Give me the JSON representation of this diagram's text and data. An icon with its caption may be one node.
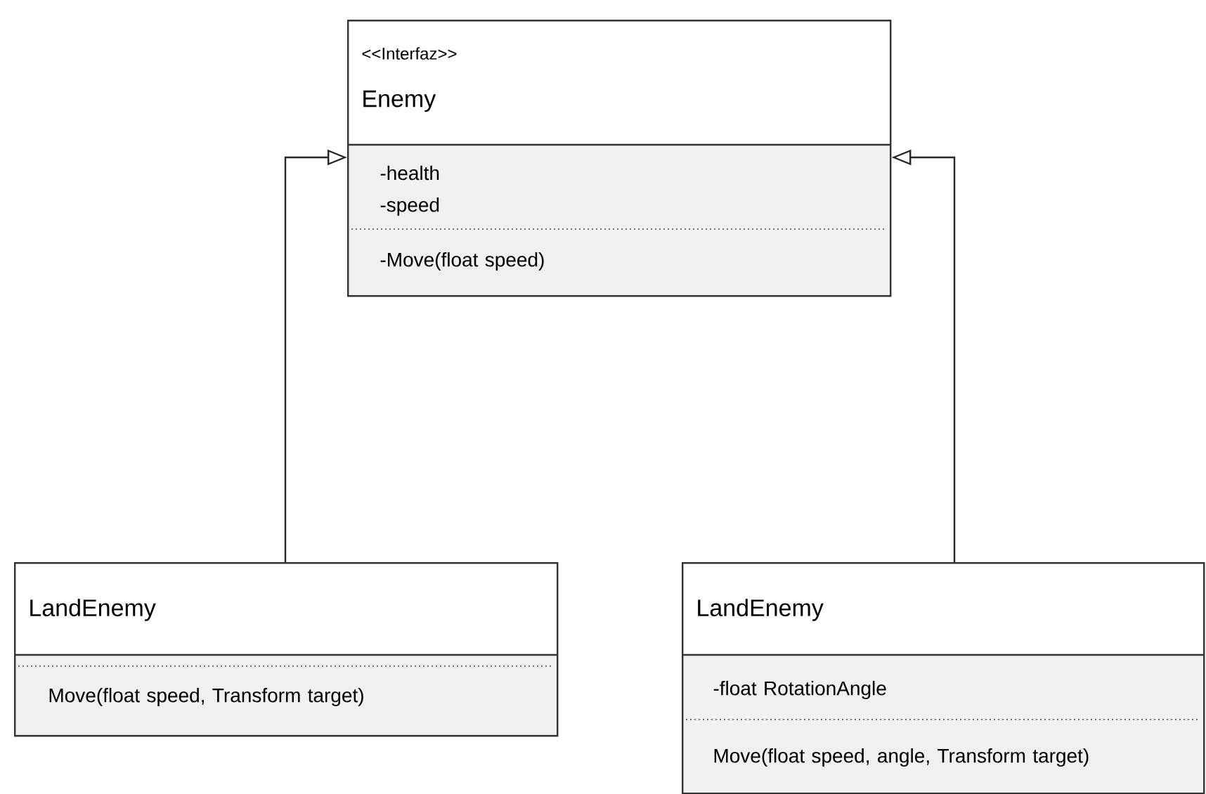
{
  "diagram": {
    "nodes": [
      {
        "text": [
          "<<Interfaz>>",
          "Enemy",
          "-health",
          "-speed",
          "-Move(float speed)"
        ]
      },
      {
        "text": [
          "LandEnemy",
          "Move(float speed, Transform target)"
        ]
      },
      {
        "text": [
          "LandEnemy",
          "-float RotationAngle",
          "Move(float speed, angle, Transform target)"
        ]
      }
    ],
    "edges": [
      {
        "from": 1,
        "to": 0,
        "arrow": "to"
      },
      {
        "from": 2,
        "to": 0,
        "arrow": "to"
      }
    ]
  }
}
